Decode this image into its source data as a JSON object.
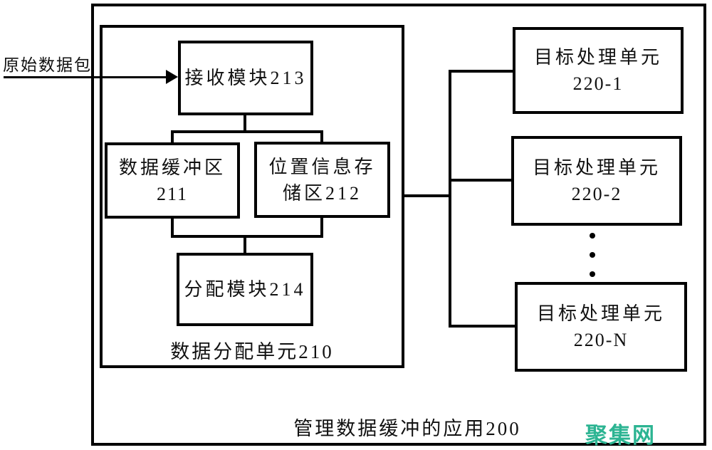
{
  "diagram": {
    "input_arrow_label": "原始数据包",
    "receive_module": "接收模块213",
    "data_buffer": {
      "line1": "数据缓冲区",
      "line2": "211"
    },
    "location_store": {
      "line1": "位置信息存",
      "line2": "储区212"
    },
    "dispatch_module": "分配模块214",
    "unit_caption": "数据分配单元210",
    "app_caption": "管理数据缓冲的应用200",
    "targets": [
      {
        "line1": "目标处理单元",
        "line2": "220-1"
      },
      {
        "line1": "目标处理单元",
        "line2": "220-2"
      },
      {
        "line1": "目标处理单元",
        "line2": "220-N"
      }
    ]
  },
  "watermark": {
    "text": "聚集网",
    "color": "#2cb492"
  }
}
